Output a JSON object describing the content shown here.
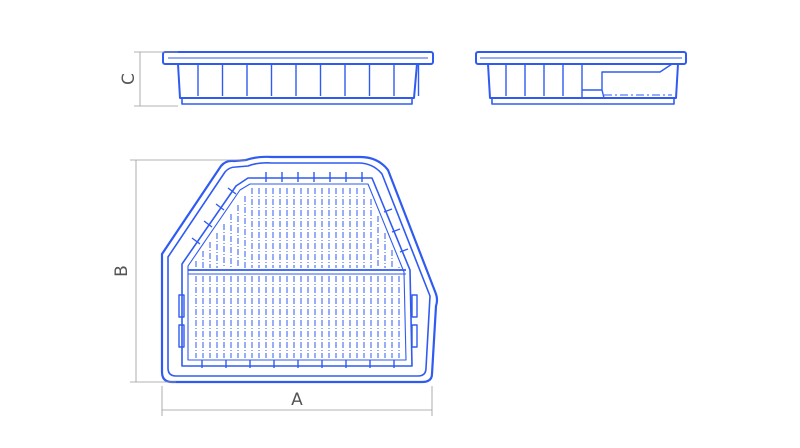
{
  "labels": {
    "a": "A",
    "b": "B",
    "c": "C"
  },
  "colors": {
    "outline": "#2f5bf2",
    "dimension": "#9a9a9a",
    "dimension_text": "#555555",
    "background": "#ffffff"
  }
}
